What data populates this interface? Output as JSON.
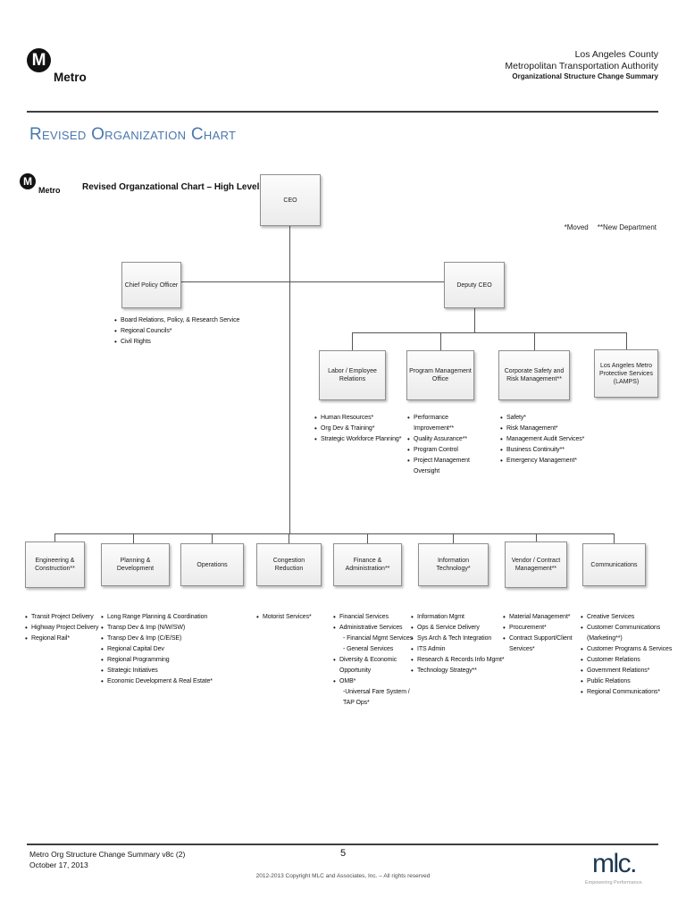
{
  "header": {
    "brand": "Metro",
    "logo_letter": "M",
    "agency_line1": "Los Angeles County",
    "agency_line2": "Metropolitan Transportation Authority",
    "agency_line3": "Organizational Structure Change Summary"
  },
  "title": "Revised Organization Chart",
  "chart": {
    "brand": "Metro",
    "logo_letter": "M",
    "subtitle": "Revised Organzational Chart – High Level",
    "legend": {
      "moved": "*Moved",
      "new_dept": "**New Department"
    },
    "nodes": {
      "ceo": "CEO",
      "cpo": "Chief Policy Officer",
      "deputy": "Deputy CEO",
      "labor": "Labor / Employee Relations",
      "pmo": "Program Management Office",
      "safety": "Corporate Safety and Risk Management**",
      "lamps": "Los Angeles Metro Protective Services (LAMPS)",
      "engineering": "Engineering & Construction**",
      "planning": "Planning & Development",
      "operations": "Operations",
      "congestion": "Congestion Reduction",
      "finance": "Finance & Administration**",
      "it": "Information Technology*",
      "vendor": "Vendor / Contract Management**",
      "communications": "Communications"
    },
    "cpo_bullets": [
      "Board Relations, Policy, & Research Service",
      "Regional Councils*",
      "Civil Rights"
    ],
    "labor_bullets": [
      "Human Resources*",
      "Org Dev & Training*",
      "Strategic Workforce Planning*"
    ],
    "pmo_bullets": [
      "Performance Improvement**",
      "Quality Assurance**",
      "Program Control",
      "Project Management Oversight"
    ],
    "safety_bullets": [
      "Safety*",
      "Risk Management*",
      "Management Audit Services*",
      "Business Continuity**",
      "Emergency Management*"
    ],
    "engineering_bullets": [
      "Transit Project Delivery",
      "Highway Project Delivery",
      "Regional Rail*"
    ],
    "planning_bullets": [
      "Long Range Planning & Coordination",
      "Transp Dev & Imp (N/W/SW)",
      "Transp Dev & Imp (C/E/SE)",
      "Regional Capital Dev",
      "Regional Programming",
      "Strategic Initiatives",
      "Economic Development & Real Estate*"
    ],
    "congestion_bullets": [
      "Motorist Services*"
    ],
    "finance_bullets": [
      "Financial Services",
      "Administrative Services",
      "- Financial Mgmt Services",
      "- General Services",
      "Diversity & Economic Opportunity",
      "OMB*",
      "-Universal Fare System / TAP Ops*"
    ],
    "it_bullets": [
      "Information Mgmt",
      "Ops & Service Delivery",
      "Sys Arch & Tech Integration",
      "ITS Admin",
      "Research & Records Info Mgmt*",
      "Technology Strategy**"
    ],
    "vendor_bullets": [
      "Material Management*",
      "Procurement*",
      "Contract Support/Client Services*"
    ],
    "communications_bullets": [
      "Creative Services",
      "Customer Communications (Marketing**)",
      "Customer Programs & Services",
      "Customer Relations",
      "Government Relations*",
      "Public Relations",
      "Regional Communications*"
    ]
  },
  "footer": {
    "doc_line1": "Metro Org Structure Change Summary v8c (2)",
    "doc_line2": "October 17, 2013",
    "page_number": "5",
    "copyright": "2012-2013 Copyright MLC and Associates, Inc. – All rights reserved",
    "vendor_logo": "mlc.",
    "vendor_tagline": "Empowering Performance."
  }
}
